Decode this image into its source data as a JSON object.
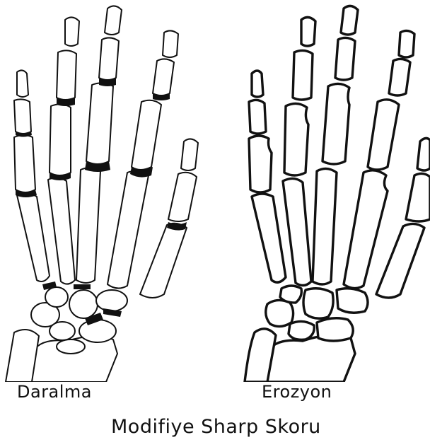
{
  "panels": [
    {
      "label": "Daralma",
      "type": "narrowing"
    },
    {
      "label": "Erozyon",
      "type": "erosion"
    }
  ],
  "title": "Modifiye Sharp Skoru",
  "colors": {
    "bone_outline": "#111111",
    "bone_fill": "#ffffff",
    "joint_marker": "#111111",
    "background": "#ffffff"
  }
}
